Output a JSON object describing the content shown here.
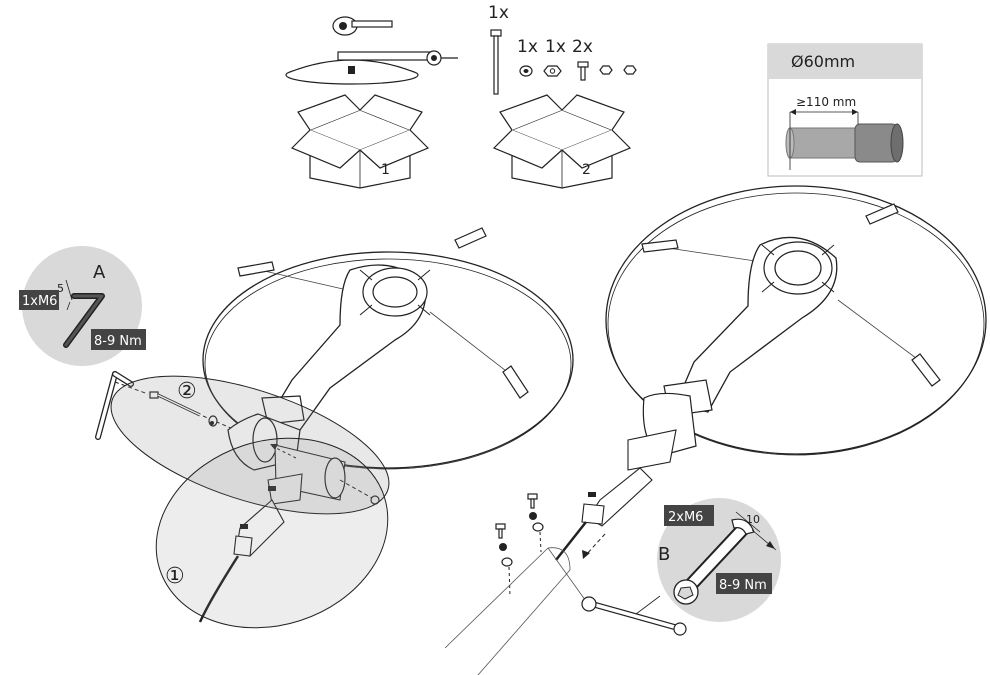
{
  "kit": {
    "qty_bolt": "1x",
    "qty_washer": "1x",
    "qty_nut": "1x",
    "qty_screws": "2x",
    "box1_number": "1",
    "box2_number": "2"
  },
  "pole_spec": {
    "diameter": "Ø60mm",
    "insertion": "≥110 mm"
  },
  "detail_a": {
    "letter": "A",
    "hex_size": "5",
    "screw": "1xM6",
    "torque": "8-9 Nm"
  },
  "detail_b": {
    "letter": "B",
    "screws": "2xM6",
    "spanner_size": "10",
    "torque": "8-9 Nm"
  },
  "steps": {
    "step1": "①",
    "step2": "②"
  }
}
